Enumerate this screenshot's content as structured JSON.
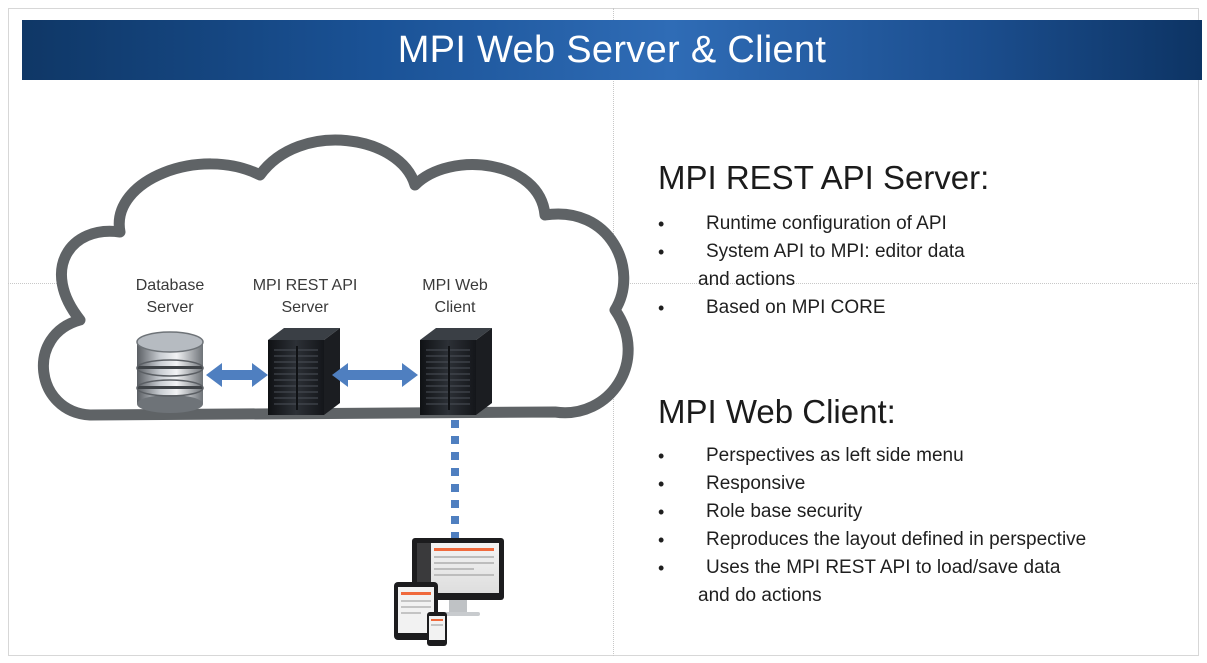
{
  "slide": {
    "title": "MPI Web Server & Client"
  },
  "diagram": {
    "nodes": [
      {
        "id": "db",
        "line1": "Database",
        "line2": "Server",
        "icon": "database-icon"
      },
      {
        "id": "api",
        "line1": "MPI REST API",
        "line2": "Server",
        "icon": "server-tower-icon"
      },
      {
        "id": "web",
        "line1": "MPI Web",
        "line2": "Client",
        "icon": "server-tower-icon"
      }
    ],
    "devices_icon": "responsive-devices-icon",
    "colors": {
      "cloud_stroke": "#5f6366",
      "arrow": "#4f7fc0",
      "title_bar": "#1a5296"
    }
  },
  "server_section": {
    "heading": "MPI REST API Server:",
    "bullets": [
      "Runtime configuration of API",
      "System API to MPI: editor data",
      "and actions",
      "Based on MPI CORE"
    ]
  },
  "client_section": {
    "heading": "MPI Web Client:",
    "bullets": [
      "Perspectives as left side menu",
      "Responsive",
      "Role base security",
      "Reproduces the layout defined in perspective",
      "Uses the MPI REST API to load/save data",
      "and do actions"
    ]
  }
}
